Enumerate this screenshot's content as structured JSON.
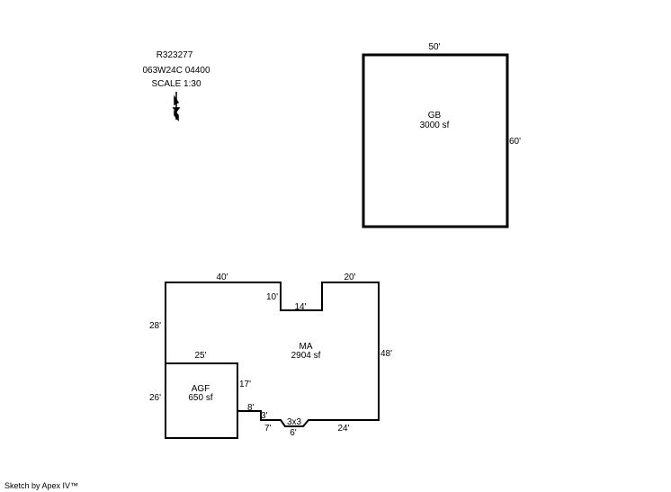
{
  "header": {
    "parcel_id": "R323277",
    "map_ref": "063W24C 04400",
    "scale": "SCALE 1:30"
  },
  "icons": {
    "north_arrow": "north-arrow-icon"
  },
  "garage": {
    "code": "GB",
    "area": "3000 sf",
    "width_label": "50'",
    "depth_label": "60'"
  },
  "main_area": {
    "code": "MA",
    "area": "2904 sf",
    "dims": {
      "top_left": "40'",
      "notch_depth": "10'",
      "notch_width": "14'",
      "top_right": "20'",
      "right": "48'",
      "left_upper": "28'",
      "bottom_right": "24'",
      "bay_front": "6'",
      "bay_size": "3x3",
      "step_a": "7'",
      "step_b": "3'",
      "step_c": "8'",
      "agf_side": "17'"
    }
  },
  "garage_attached": {
    "code": "AGF",
    "area": "650 sf",
    "top": "25'",
    "left": "26'"
  },
  "footer": {
    "credit": "Sketch by Apex IV™"
  }
}
